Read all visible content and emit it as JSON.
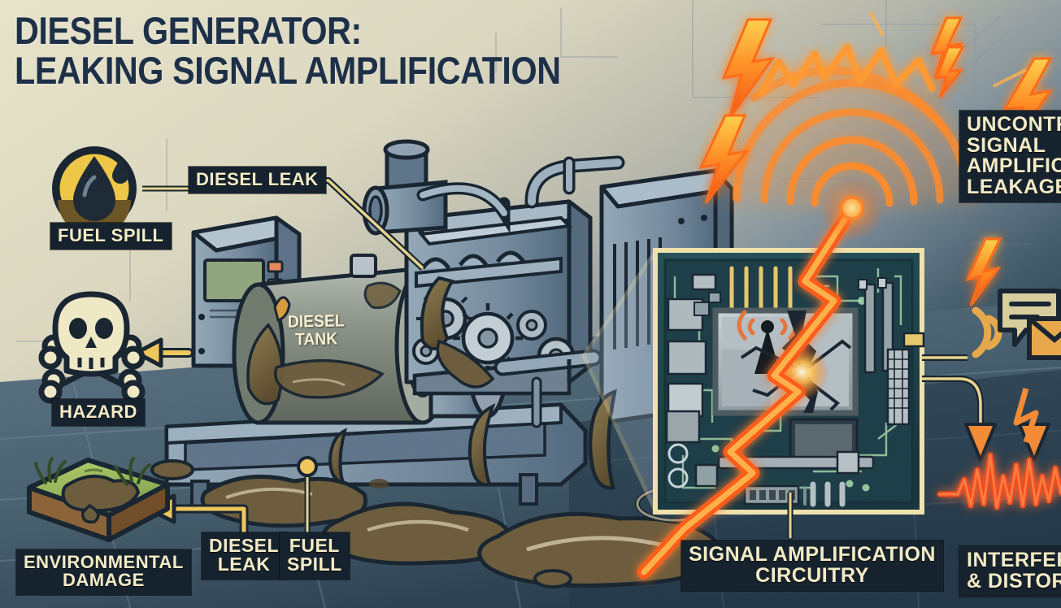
{
  "title": {
    "line1": "DIESEL GENERATOR:",
    "line2": "LEAKING SIGNAL AMPLIFICATION"
  },
  "colors": {
    "bg_light": "#e7e2c9",
    "bg_dark": "#1e3040",
    "chip_bg": "#16232f",
    "chip_text": "#f3ebc6",
    "title_text": "#1d3048",
    "accent_yellow": "#f0c75a",
    "accent_orange": "#ff7a2a",
    "accent_red": "#f0451f",
    "machine_blue": "#7d93a8",
    "diesel_brown": "#6b5b3b",
    "circuit_green": "#9fd8a8",
    "board_dark": "#1d3a44"
  },
  "labels": {
    "fuel_spill_badge": "FUEL SPILL",
    "diesel_leak_top": "DIESEL LEAK",
    "hazard": "HAZARD",
    "diesel_tank": "DIESEL\nTANK",
    "environmental_damage": "ENVIRONMENTAL\nDAMAGE",
    "diesel_leak_bottom": "DIESEL\nLEAK",
    "fuel_spill_bottom": "FUEL\nSPILL",
    "signal_amp_circuitry": "SIGNAL AMPLIFICATION\nCIRCUITRY",
    "uncontrolled_leakage": "UNCONTROLLED\nSIGNAL\nAMPLIFICATION\nLEAKAGE",
    "interference_distortion": "INTERFERENCE\n& DISTORTION"
  },
  "icons": {
    "fuel_spill": "oil-drop-icon",
    "hazard": "skull-crossbones-icon",
    "environment": "grass-soil-tile-icon",
    "chip_antenna": "broadcast-antenna-icon",
    "speech": "speech-bubble-icon",
    "mail": "envelope-icon",
    "wifi": "wifi-arcs-icon",
    "waveform": "audio-waveform-icon"
  },
  "scene": {
    "generator": "diesel-generator-illustration",
    "control_panel_screen": "green-lcd-screen",
    "radio_waves": "concentric-signal-arcs",
    "lightning": "lightning-bolt-overlay",
    "circuit_board": "cracked-circuit-board-panel"
  }
}
